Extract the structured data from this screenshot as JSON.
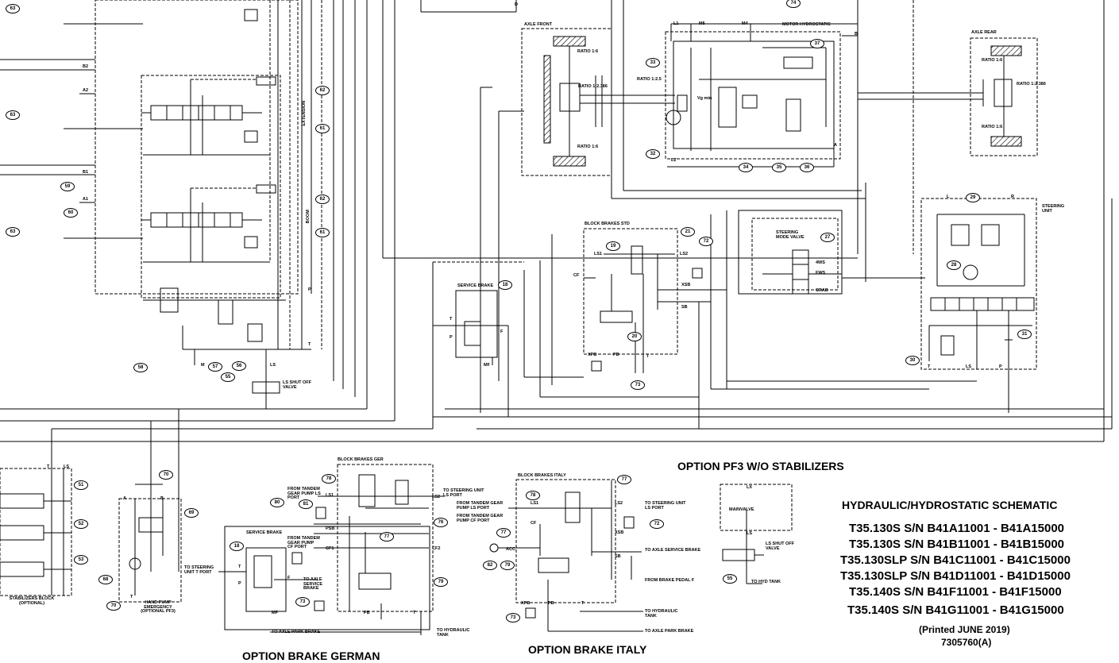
{
  "titles": {
    "main": "HYDRAULIC/HYDROSTATIC SCHEMATIC",
    "models": [
      "T35.130S S/N B41A11001 - B41A15000",
      "T35.130S S/N B41B11001 - B41B15000",
      "T35.130SLP S/N B41C11001 - B41C15000",
      "T35.130SLP S/N B41D11001 - B41D15000",
      "T35.140S S/N B41F11001 - B41F15000",
      "T35.140S S/N B41G11001 - B41G15000"
    ],
    "printed": "(Printed JUNE 2019)",
    "doc_number": "7305760(A)",
    "option_pf3": "OPTION PF3 W/O STABILIZERS",
    "option_german": "OPTION BRAKE GERMAN",
    "option_italy": "OPTION BRAKE ITALY"
  },
  "labels": {
    "axle_front": "AXLE FRONT",
    "axle_rear": "AXLE REAR",
    "motor_hydrostatic": "MOTOR HYDROSTATIC",
    "ratio_1_6": "RATIO 1:6",
    "ratio_1_2386": "RATIO 1:2.386",
    "ratio_small": "RATIO 1:2.5",
    "vg_min": "Vg min",
    "extension": "EXTENSION",
    "boom": "BOOM",
    "block_brakes_std": "BLOCK BRAKES STD",
    "service_brake": "SERVICE BRAKE",
    "steering_mode_valve": "STEERING MODE VALVE",
    "steering_unit": "STEERING UNIT",
    "ws4": "4WS",
    "fws": "FWS",
    "crab": "CRAB",
    "ls_shut_off_valve": "LS SHUT OFF VALVE",
    "stabilizers_block": "STABILIZERS BLOCK (OPTIONAL)",
    "hand_pump": "HAND PUMP EMERGENCY (OPTIONAL PF3)",
    "block_brakes_ger": "BLOCK BRAKES GER",
    "block_brakes_italy": "BLOCK BRAKES ITALY",
    "to_steering_unit": "TO STEERING UNIT LS PORT",
    "to_steering_unit_t": "TO STEERING UNIT T PORT",
    "from_tandem_ls": "FROM TANDEM GEAR PUMP LS PORT",
    "from_tandem_cf": "FROM TANDEM GEAR PUMP CF PORT",
    "to_axle_service": "TO AXLE SERVICE BRAKE",
    "to_axle_park": "TO AXLE PARK BRAKE",
    "to_hydraulic_tank": "TO HYDRAULIC TANK",
    "from_brake_pedal": "FROM BRAKE PEDAL F",
    "main_valve": "MAINVALVE",
    "to_hyd_tank": "TO HYD TANK",
    "acc": "ACC"
  },
  "ports": {
    "L1": "L1",
    "M5": "M5",
    "M4": "M4",
    "L2": "L2",
    "B": "B",
    "A": "A",
    "B2": "B2",
    "A2": "A2",
    "B1": "B1",
    "A1": "A1",
    "P": "P",
    "T": "T",
    "M": "M",
    "LS": "LS",
    "LS1": "LS1",
    "LS2": "LS2",
    "CF": "CF",
    "CF1": "CF1",
    "CF2": "CF2",
    "XPB": "XPB",
    "PB": "PB",
    "XSB": "XSB",
    "SB": "SB",
    "F": "F",
    "MF": "MF",
    "PSB": "PSB",
    "L": "L",
    "R": "R",
    "LX": "LX",
    "D": "D"
  },
  "callouts": [
    "74",
    "62",
    "61",
    "63",
    "59",
    "60",
    "58",
    "57",
    "56",
    "55",
    "33",
    "32",
    "34",
    "35",
    "36",
    "37",
    "19",
    "21",
    "72",
    "18",
    "20",
    "73",
    "27",
    "29",
    "28",
    "31",
    "30",
    "51",
    "52",
    "53",
    "69",
    "70",
    "68",
    "78",
    "80",
    "81",
    "76",
    "77",
    "79",
    "82"
  ]
}
